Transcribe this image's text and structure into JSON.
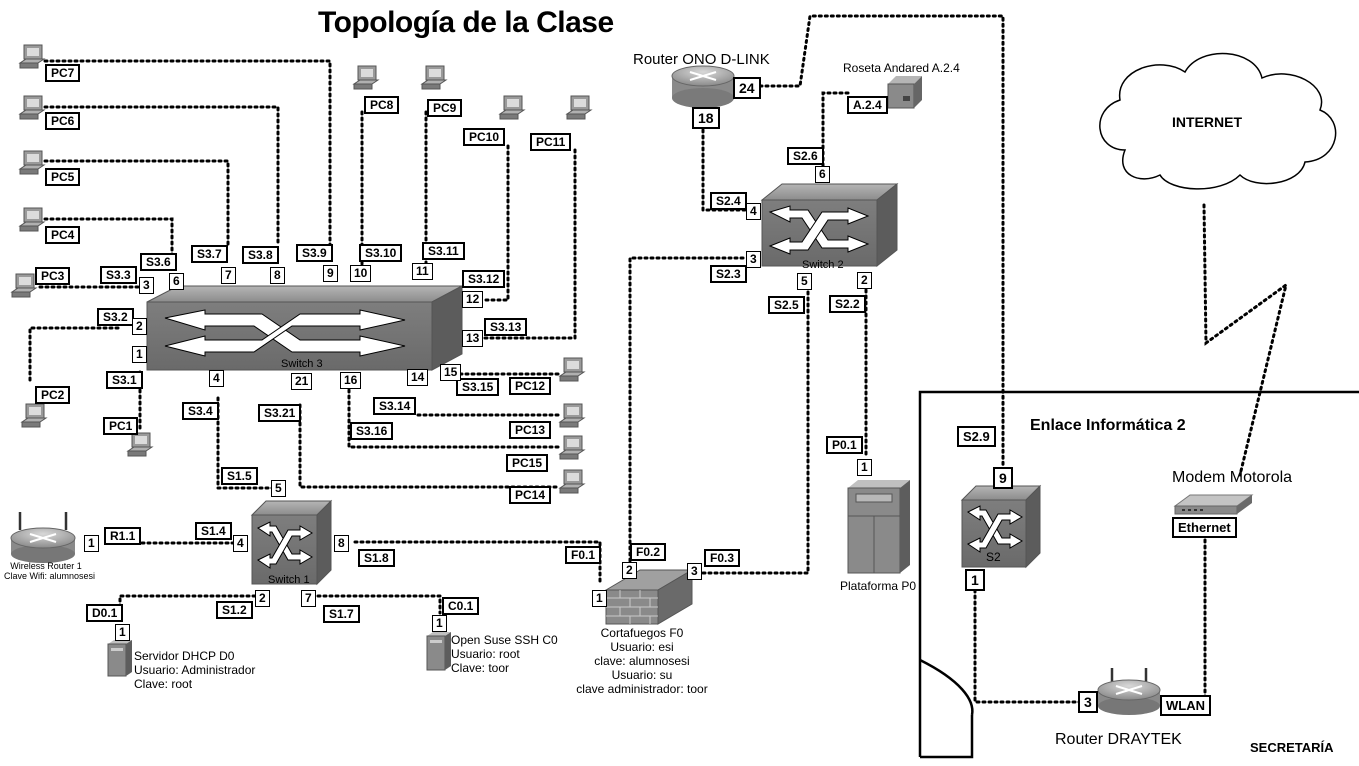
{
  "title": "Topología de la Clase",
  "internet": "INTERNET",
  "room": {
    "name": "Enlace Informática 2",
    "area": "SECRETARÍA"
  },
  "devices": {
    "router_ono": "Router ONO D-LINK",
    "roseta": "Roseta Andared A.2.4",
    "modem": "Modem Motorola",
    "router_draytek": "Router DRAYTEK",
    "wireless_router": [
      "Wireless Router 1",
      "Clave Wifi: alumnosesi"
    ],
    "switch3": "Switch 3",
    "switch2": "Switch 2",
    "switch1": "Switch 1",
    "s2": "S2",
    "plataforma": "Plataforma P0",
    "dhcp": [
      "Servidor DHCP D0",
      "Usuario: Administrador",
      "Clave: root"
    ],
    "suse": [
      "Open Suse SSH C0",
      "Usuario: root",
      "Clave: toor"
    ],
    "firewall": [
      "Cortafuegos F0",
      "Usuario: esi",
      "clave: alumnosesi",
      "Usuario: su",
      "clave administrador: toor"
    ]
  },
  "labels": {
    "pc7": "PC7",
    "pc6": "PC6",
    "pc5": "PC5",
    "pc4": "PC4",
    "pc3": "PC3",
    "pc2": "PC2",
    "pc1": "PC1",
    "pc8": "PC8",
    "pc9": "PC9",
    "pc10": "PC10",
    "pc11": "PC11",
    "pc12": "PC12",
    "pc13": "PC13",
    "pc14": "PC14",
    "pc15": "PC15",
    "s3_1": "S3.1",
    "s3_2": "S3.2",
    "s3_3": "S3.3",
    "s3_4": "S3.4",
    "s3_6": "S3.6",
    "s3_7": "S3.7",
    "s3_8": "S3.8",
    "s3_9": "S3.9",
    "s3_10": "S3.10",
    "s3_11": "S3.11",
    "s3_12": "S3.12",
    "s3_13": "S3.13",
    "s3_14": "S3.14",
    "s3_15": "S3.15",
    "s3_16": "S3.16",
    "s3_21": "S3.21",
    "s2_2": "S2.2",
    "s2_3": "S2.3",
    "s2_4": "S2.4",
    "s2_5": "S2.5",
    "s2_6": "S2.6",
    "s2_9": "S2.9",
    "s1_2": "S1.2",
    "s1_4": "S1.4",
    "s1_5": "S1.5",
    "s1_7": "S1.7",
    "s1_8": "S1.8",
    "r1_1": "R1.1",
    "d0_1": "D0.1",
    "c0_1": "C0.1",
    "f0_1": "F0.1",
    "f0_2": "F0.2",
    "f0_3": "F0.3",
    "p0_1": "P0.1",
    "a2_4": "A.2.4",
    "ethernet": "Ethernet",
    "wlan": "WLAN"
  },
  "ports": {
    "sw3": {
      "p1": "1",
      "p2": "2",
      "p3": "3",
      "p4": "4",
      "p6": "6",
      "p7": "7",
      "p8": "8",
      "p9": "9",
      "p10": "10",
      "p11": "11",
      "p12": "12",
      "p13": "13",
      "p14": "14",
      "p15": "15",
      "p16": "16",
      "p21": "21"
    },
    "sw2": {
      "p2": "2",
      "p3": "3",
      "p4": "4",
      "p5": "5",
      "p6": "6"
    },
    "sw1": {
      "p2": "2",
      "p4": "4",
      "p5": "5",
      "p7": "7",
      "p8": "8"
    },
    "ono": {
      "p18": "18",
      "p24": "24"
    },
    "s2": {
      "p1": "1",
      "p9": "9"
    },
    "draytek": {
      "p3": "3"
    },
    "firewall": {
      "p1": "1",
      "p2": "2",
      "p3": "3"
    },
    "misc": {
      "r1": "1",
      "d0": "1",
      "c0": "1",
      "p0": "1"
    }
  },
  "colors": {
    "device_gray": "#8a8a8a",
    "device_dark": "#5f5f5f",
    "line": "#000000",
    "firewall": "#8a8a8a"
  }
}
